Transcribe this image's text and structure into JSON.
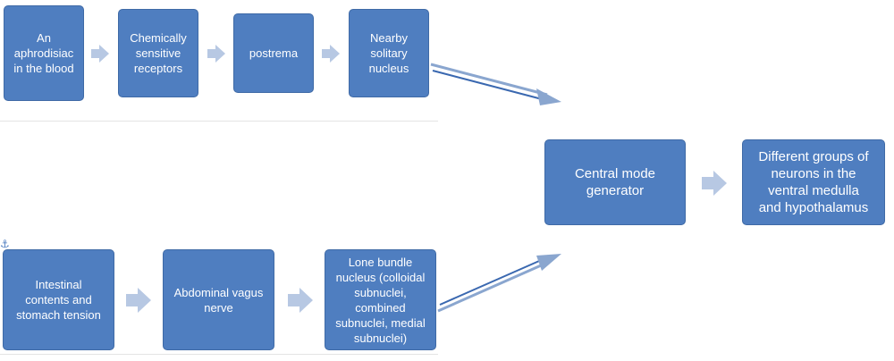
{
  "diagram": {
    "top_row": [
      {
        "label": "An\naphrodisiac\nin the blood"
      },
      {
        "label": "Chemically\nsensitive\nreceptors"
      },
      {
        "label": "postrema"
      },
      {
        "label": "Nearby\nsolitary\nnucleus"
      }
    ],
    "bottom_row": [
      {
        "label": "Intestinal\ncontents and\nstomach tension"
      },
      {
        "label": "Abdominal vagus\nnerve"
      },
      {
        "label": "Lone bundle\nnucleus (colloidal\nsubnuclei,\ncombined\nsubnuclei, medial\nsubnuclei)"
      }
    ],
    "center": {
      "label": "Central mode\ngenerator"
    },
    "output": {
      "label": "Different groups of\nneurons in the\nventral medulla\nand hypothalamus"
    },
    "colors": {
      "box_fill": "#4f7ec0",
      "box_border": "#3f6aa6",
      "arrow": "#b7c8e3",
      "line": "#3a68b0"
    }
  }
}
